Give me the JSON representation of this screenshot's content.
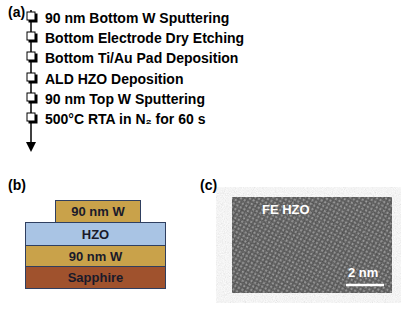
{
  "diagram": {
    "nodes": [
      {
        "text": [
          "90 nm W"
        ]
      },
      {
        "text": [
          "HZO"
        ]
      },
      {
        "text": [
          "90 nm W"
        ]
      },
      {
        "text": [
          "Sapphire"
        ]
      }
    ],
    "labels": [
      "(a)",
      "90 nm Bottom W Sputtering",
      "Bottom Electrode Dry Etching",
      "Bottom Ti/Au Pad Deposition",
      "ALD HZO Deposition",
      "90 nm Top W Sputtering",
      "500°C RTA in N₂ for 60 s",
      "(b)",
      "(c)",
      "FE HZO",
      "2 nm"
    ]
  }
}
